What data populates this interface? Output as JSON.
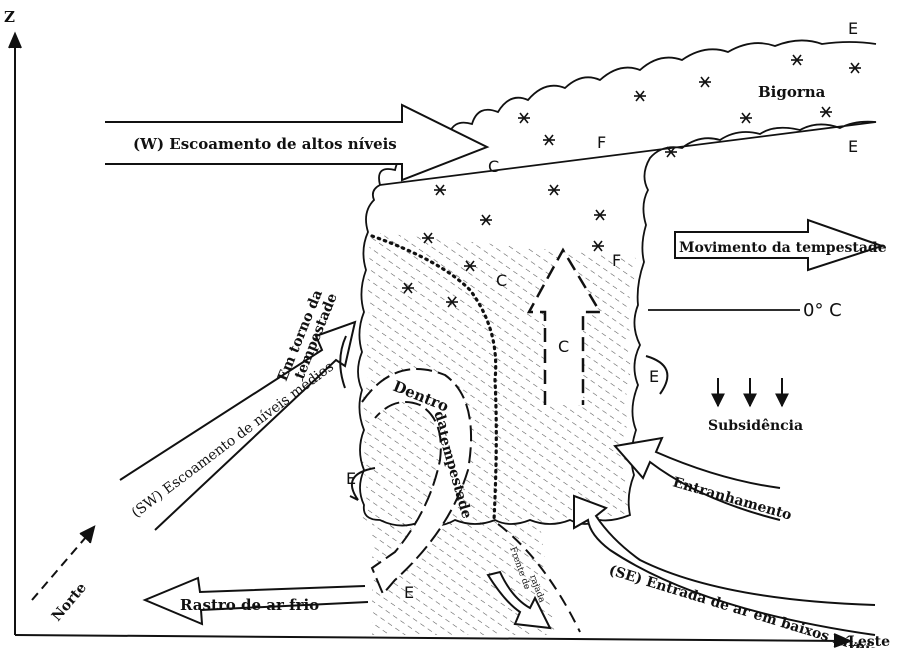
{
  "axes": {
    "z": "Z",
    "x": "Leste",
    "north": "Norte"
  },
  "labels": {
    "bigorna": "Bigorna",
    "high_flow": "(W) Escoamento de altos níveis",
    "storm_motion": "Movimento da tempestade",
    "zero_c": "0° C",
    "around_storm_1": "Em torno da",
    "around_storm_2": "tempestade",
    "mid_flow": "(SW) Escoamento de níveis médios",
    "inside_storm_1": "Dentro",
    "inside_storm_2": "da",
    "inside_storm_3": "tempestade",
    "subsidence": "Subsidência",
    "entrainment": "Entranhamento",
    "low_inflow": "(SE) Entrada de ar em baixos níveis",
    "cold_trail": "Rastro  de ar frio",
    "gust_front_1": "Frente de",
    "gust_front_2": "rajada"
  },
  "letters": {
    "e_top": "E",
    "e_mid": "E",
    "c_upper": "C",
    "f_upper": "F",
    "c_mid": "C",
    "f_mid": "F",
    "c_updraft": "C",
    "e_right": "E",
    "e_left": "E",
    "e_bottom": "E"
  },
  "colors": {
    "ink": "#111111",
    "hatch": "#555555",
    "background": "#ffffff"
  }
}
